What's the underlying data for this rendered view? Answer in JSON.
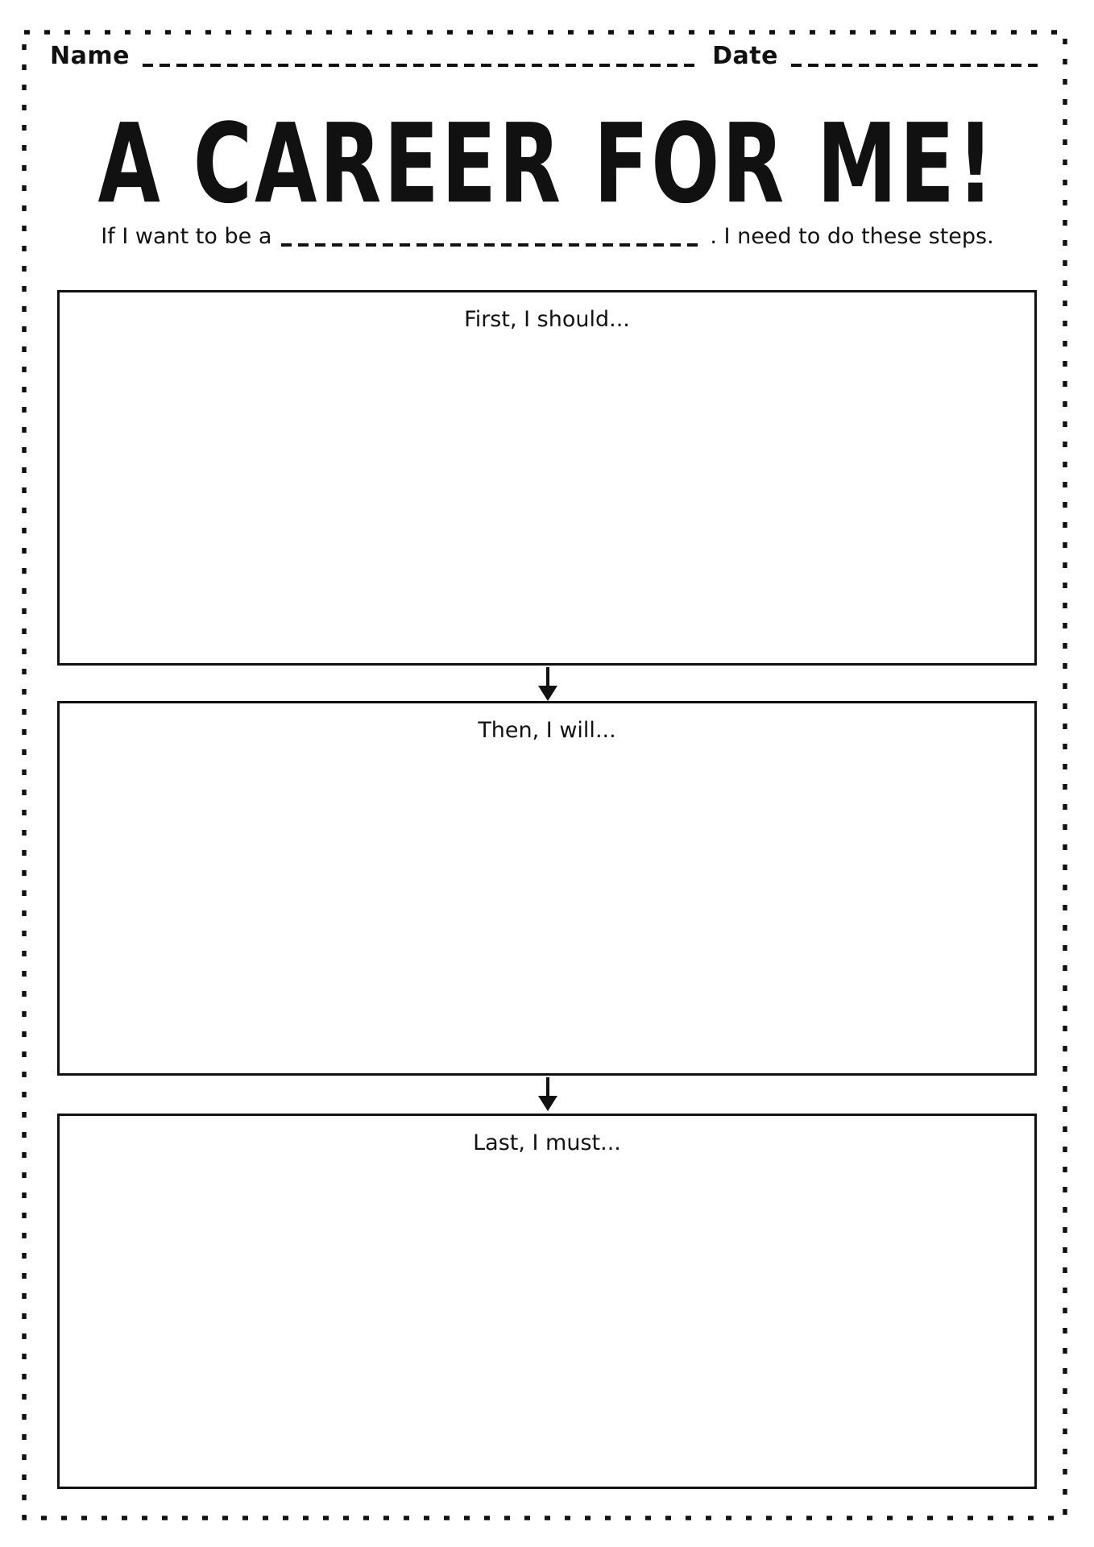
{
  "page": {
    "background": "#ffffff",
    "ink_color": "#111111"
  },
  "header": {
    "name_label": "Name",
    "date_label": "Date"
  },
  "title": {
    "text": "A CAREER FOR ME!"
  },
  "subtitle": {
    "before_blank": "If I want to be a",
    "after_blank": ". I need to do these steps."
  },
  "flow": {
    "steps": [
      {
        "label": "First, I should..."
      },
      {
        "label": "Then, I will..."
      },
      {
        "label": "Last, I must..."
      }
    ],
    "icons": {
      "down_arrow": "↓"
    }
  }
}
